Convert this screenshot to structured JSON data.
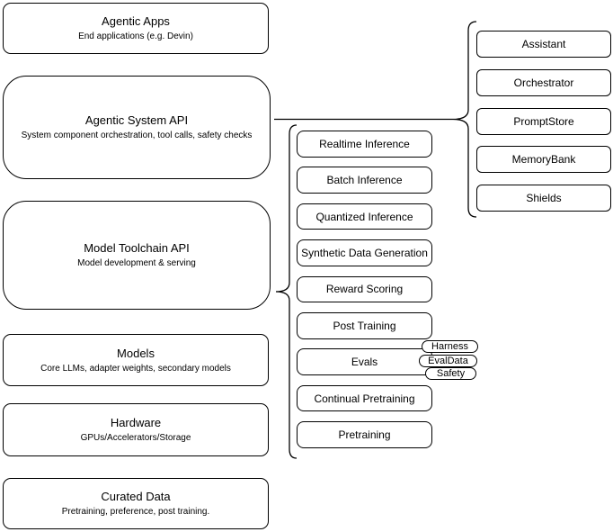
{
  "diagram": {
    "left_column": [
      {
        "title": "Agentic Apps",
        "subtitle": "End applications (e.g. Devin)"
      },
      {
        "title": "Agentic System API",
        "subtitle": "System component orchestration, tool calls, safety checks"
      },
      {
        "title": "Model Toolchain API",
        "subtitle": "Model development & serving"
      },
      {
        "title": "Models",
        "subtitle": "Core LLMs, adapter weights, secondary models"
      },
      {
        "title": "Hardware",
        "subtitle": "GPUs/Accelerators/Storage"
      },
      {
        "title": "Curated Data",
        "subtitle": "Pretraining, preference, post training."
      }
    ],
    "toolchain_items": [
      "Realtime Inference",
      "Batch Inference",
      "Quantized Inference",
      "Synthetic Data Generation",
      "Reward Scoring",
      "Post Training",
      "Evals",
      "Continual Pretraining",
      "Pretraining"
    ],
    "eval_tags": [
      "Harness",
      "EvalData",
      "Safety"
    ],
    "system_components": [
      "Assistant",
      "Orchestrator",
      "PromptStore",
      "MemoryBank",
      "Shields"
    ],
    "colors": {
      "stroke": "#000000",
      "background": "#ffffff",
      "text": "#000000"
    }
  }
}
